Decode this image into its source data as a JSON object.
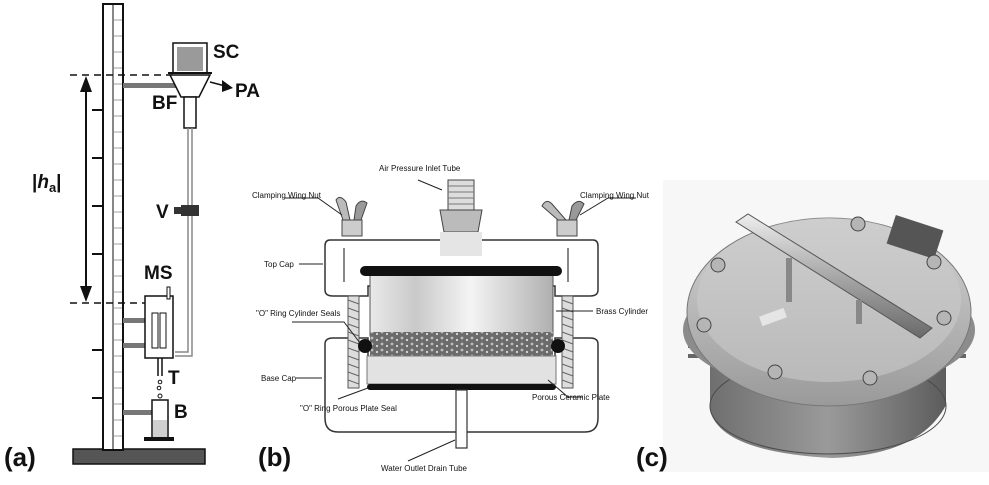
{
  "panel_a": {
    "label": "(a)",
    "labels": {
      "sc": "SC",
      "pa": "PA",
      "bf": "BF",
      "ha_bar": "|",
      "ha_h": "h",
      "ha_sub": "a",
      "ha_bar2": "|",
      "v": "V",
      "ms": "MS",
      "t": "T",
      "b": "B"
    }
  },
  "panel_b": {
    "label": "(b)",
    "labels": {
      "air_inlet": "Air Pressure Inlet Tube",
      "wing_left": "Clamping Wing Nut",
      "wing_right": "Clamping Wing Nut",
      "top_cap": "Top Cap",
      "o_ring_cyl": "\"O\" Ring Cylinder Seals",
      "brass_cyl": "Brass Cylinder",
      "base_cap": "Base Cap",
      "porous_plate": "Porous Ceramic Plate",
      "o_ring_plate": "\"O\" Ring Porous Plate Seal",
      "water_outlet": "Water Outlet Drain Tube"
    }
  },
  "panel_c": {
    "label": "(c)"
  },
  "colors": {
    "ink": "#111111",
    "gray_dark": "#5a5a5a",
    "gray_mid": "#8c8c8c",
    "gray_light": "#c8c8c8"
  }
}
